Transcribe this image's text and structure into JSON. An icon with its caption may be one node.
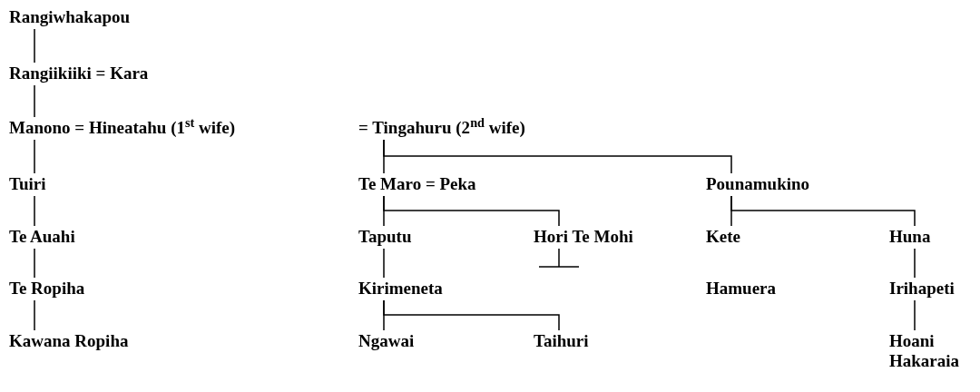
{
  "diagram": {
    "nodes": [
      {
        "text": [
          "Rangiwhakapou"
        ]
      },
      {
        "text": [
          "Rangiikiiki = Kara"
        ]
      },
      {
        "text": [
          "Manono = Hineatahu (1$^{st}$ wife)"
        ]
      },
      {
        "text": [
          "= Tingahuru (2$^{nd}$ wife)"
        ]
      },
      {
        "text": [
          "Tuiri"
        ]
      },
      {
        "text": [
          "Te Maro = Peka"
        ]
      },
      {
        "text": [
          "Pounamukino"
        ]
      },
      {
        "text": [
          "Te Auahi"
        ]
      },
      {
        "text": [
          "Taputu"
        ]
      },
      {
        "text": [
          "Hori Te Mohi"
        ]
      },
      {
        "text": [
          "Kete"
        ]
      },
      {
        "text": [
          "Huna"
        ]
      },
      {
        "text": [
          "Te Ropiha"
        ]
      },
      {
        "text": [
          "Kirimeneta"
        ]
      },
      {
        "text": [
          "Hamuera"
        ]
      },
      {
        "text": [
          "Irihapeti"
        ]
      },
      {
        "text": [
          "Kawana Ropiha"
        ]
      },
      {
        "text": [
          "Ngawai"
        ]
      },
      {
        "text": [
          "Taihuri"
        ]
      },
      {
        "text": [
          "Hoani Hakaraia"
        ]
      }
    ],
    "edges": [
      {
        "from": 0,
        "to": 1,
        "arrow": "none"
      },
      {
        "from": 1,
        "to": 2,
        "arrow": "none"
      },
      {
        "from": 2,
        "to": 4,
        "arrow": "none"
      },
      {
        "from": 3,
        "to": 5,
        "arrow": "none"
      },
      {
        "from": 3,
        "to": 6,
        "arrow": "none"
      },
      {
        "from": 4,
        "to": 7,
        "arrow": "none"
      },
      {
        "from": 5,
        "to": 8,
        "arrow": "none"
      },
      {
        "from": 5,
        "to": 9,
        "arrow": "none"
      },
      {
        "from": 6,
        "to": 10,
        "arrow": "none"
      },
      {
        "from": 6,
        "to": 11,
        "arrow": "none"
      },
      {
        "from": 9,
        "to": null,
        "arrow": "other"
      },
      {
        "from": 7,
        "to": 12,
        "arrow": "none"
      },
      {
        "from": 8,
        "to": 13,
        "arrow": "none"
      },
      {
        "from": 11,
        "to": 15,
        "arrow": "none"
      },
      {
        "from": 12,
        "to": 16,
        "arrow": "none"
      },
      {
        "from": 13,
        "to": 17,
        "arrow": "none"
      },
      {
        "from": 13,
        "to": 18,
        "arrow": "none"
      },
      {
        "from": 15,
        "to": 19,
        "arrow": "none"
      }
    ]
  }
}
